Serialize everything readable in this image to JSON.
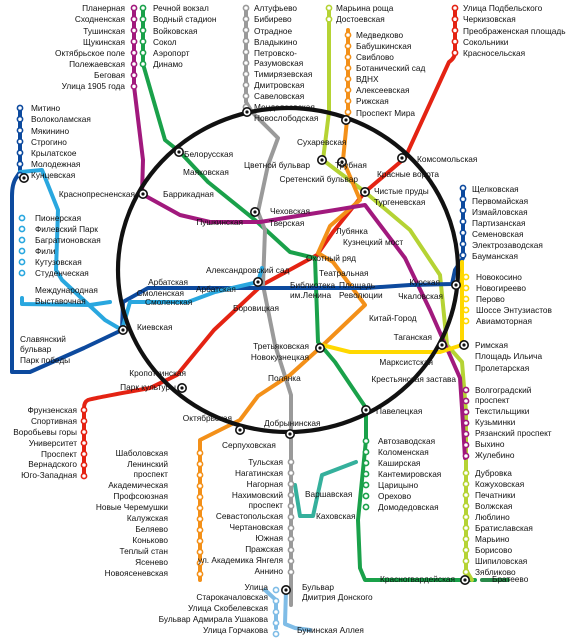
{
  "map": {
    "title": "",
    "line_colors": {
      "red": "#e42313",
      "green": "#1aa14a",
      "blue": "#0d4a9e",
      "cyan": "#29a7df",
      "brown_ring": "#111111",
      "orange": "#f39019",
      "purple": "#a1197d",
      "yellow": "#ffd800",
      "grey": "#9a9a9a",
      "lime": "#b5d334",
      "light_blue": "#7fbce6",
      "teal": "#35b09c",
      "dark_green": "#2a8a4a"
    },
    "stations": [
      {
        "id": "s0",
        "text": "Планерная"
      },
      {
        "id": "s1",
        "text": "Сходненская"
      },
      {
        "id": "s2",
        "text": "Тушинская"
      },
      {
        "id": "s3",
        "text": "Щукинская"
      },
      {
        "id": "s4",
        "text": "Октябрьское поле"
      },
      {
        "id": "s5",
        "text": "Полежаевская"
      },
      {
        "id": "s6",
        "text": "Беговая"
      },
      {
        "id": "s7",
        "text": "Улица 1905 года"
      },
      {
        "id": "s8",
        "text": "Речной вокзал"
      },
      {
        "id": "s9",
        "text": "Водный стадион"
      },
      {
        "id": "s10",
        "text": "Войковская"
      },
      {
        "id": "s11",
        "text": "Сокол"
      },
      {
        "id": "s12",
        "text": "Аэропорт"
      },
      {
        "id": "s13",
        "text": "Динамо"
      },
      {
        "id": "s14",
        "text": "Алтуфьево"
      },
      {
        "id": "s15",
        "text": "Бибирево"
      },
      {
        "id": "s16",
        "text": "Отрадное"
      },
      {
        "id": "s17",
        "text": "Владыкино"
      },
      {
        "id": "s18",
        "text": "Петровско-"
      },
      {
        "id": "s19",
        "text": "Разумовская"
      },
      {
        "id": "s20",
        "text": "Тимирязевская"
      },
      {
        "id": "s21",
        "text": "Дмитровская"
      },
      {
        "id": "s22",
        "text": "Савеловская"
      },
      {
        "id": "s23",
        "text": "Менделеевская"
      },
      {
        "id": "s24",
        "text": "Новослободская"
      },
      {
        "id": "s25",
        "text": "Марьина роща"
      },
      {
        "id": "s26",
        "text": "Достоевская"
      },
      {
        "id": "s27",
        "text": "Медведково"
      },
      {
        "id": "s28",
        "text": "Бабушкинская"
      },
      {
        "id": "s29",
        "text": "Свиблово"
      },
      {
        "id": "s30",
        "text": "Ботанический сад"
      },
      {
        "id": "s31",
        "text": "ВДНХ"
      },
      {
        "id": "s32",
        "text": "Алексеевская"
      },
      {
        "id": "s33",
        "text": "Рижская"
      },
      {
        "id": "s34",
        "text": "Проспект Мира"
      },
      {
        "id": "s35",
        "text": "Улица Подбельского"
      },
      {
        "id": "s36",
        "text": "Черкизовская"
      },
      {
        "id": "s37",
        "text": "Преображенская площадь"
      },
      {
        "id": "s38",
        "text": "Сокольники"
      },
      {
        "id": "s39",
        "text": "Красносельская"
      },
      {
        "id": "s40",
        "text": "Комсомольская"
      },
      {
        "id": "s41",
        "text": "Красные ворота"
      },
      {
        "id": "s42",
        "text": "Чистые пруды"
      },
      {
        "id": "s43",
        "text": "Тургеневская"
      },
      {
        "id": "s44",
        "text": "Сретенский бульвар"
      },
      {
        "id": "s45",
        "text": "Сухаревская"
      },
      {
        "id": "s46",
        "text": "Трубная"
      },
      {
        "id": "s47",
        "text": "Цветной бульвар"
      },
      {
        "id": "s48",
        "text": "Митино"
      },
      {
        "id": "s49",
        "text": "Волоколамская"
      },
      {
        "id": "s50",
        "text": "Мякинино"
      },
      {
        "id": "s51",
        "text": "Строгино"
      },
      {
        "id": "s52",
        "text": "Крылатское"
      },
      {
        "id": "s53",
        "text": "Молодежная"
      },
      {
        "id": "s54",
        "text": "Кунцевская"
      },
      {
        "id": "s55",
        "text": "Белорусская"
      },
      {
        "id": "s56",
        "text": "Маяковская"
      },
      {
        "id": "s57",
        "text": "Краснопресненская"
      },
      {
        "id": "s58",
        "text": "Баррикадная"
      },
      {
        "id": "s59",
        "text": "Пушкинская"
      },
      {
        "id": "s60",
        "text": "Чеховская"
      },
      {
        "id": "s61",
        "text": "Тверская"
      },
      {
        "id": "s62",
        "text": "Лубянка"
      },
      {
        "id": "s63",
        "text": "Кузнецкий мост"
      },
      {
        "id": "s64",
        "text": "Охотный ряд"
      },
      {
        "id": "s65",
        "text": "Театральная"
      },
      {
        "id": "s66",
        "text": "Площадь"
      },
      {
        "id": "s67",
        "text": "Революции"
      },
      {
        "id": "s68",
        "text": "Александровский сад"
      },
      {
        "id": "s69",
        "text": "Библиотека"
      },
      {
        "id": "s70",
        "text": "им.Ленина"
      },
      {
        "id": "s71",
        "text": "Боровицкая"
      },
      {
        "id": "s72",
        "text": "Арбатская"
      },
      {
        "id": "s73",
        "text": "Смоленская"
      },
      {
        "id": "s74",
        "text": "Арбатская"
      },
      {
        "id": "s75",
        "text": "Смоленская"
      },
      {
        "id": "s76",
        "text": "Киевская"
      },
      {
        "id": "s77",
        "text": "Пионерская"
      },
      {
        "id": "s78",
        "text": "Филевский Парк"
      },
      {
        "id": "s79",
        "text": "Багратионовская"
      },
      {
        "id": "s80",
        "text": "Фили"
      },
      {
        "id": "s81",
        "text": "Кутузовская"
      },
      {
        "id": "s82",
        "text": "Студенческая"
      },
      {
        "id": "s83",
        "text": "Международная"
      },
      {
        "id": "s84",
        "text": "Выставочная"
      },
      {
        "id": "s85",
        "text": "Славянский"
      },
      {
        "id": "s86",
        "text": "бульвар"
      },
      {
        "id": "s87",
        "text": "Парк победы"
      },
      {
        "id": "s88",
        "text": "Щелковская"
      },
      {
        "id": "s89",
        "text": "Первомайская"
      },
      {
        "id": "s90",
        "text": "Измайловская"
      },
      {
        "id": "s91",
        "text": "Партизанская"
      },
      {
        "id": "s92",
        "text": "Семеновская"
      },
      {
        "id": "s93",
        "text": "Электрозаводская"
      },
      {
        "id": "s94",
        "text": "Бауманская"
      },
      {
        "id": "s95",
        "text": "Курская"
      },
      {
        "id": "s96",
        "text": "Чкаловская"
      },
      {
        "id": "s97",
        "text": "Китай-Город"
      },
      {
        "id": "s98",
        "text": "Новокосино"
      },
      {
        "id": "s99",
        "text": "Новогиреево"
      },
      {
        "id": "s100",
        "text": "Перово"
      },
      {
        "id": "s101",
        "text": "Шоссе Энтузиастов"
      },
      {
        "id": "s102",
        "text": "Авиамоторная"
      },
      {
        "id": "s103",
        "text": "Таганская"
      },
      {
        "id": "s104",
        "text": "Марксистская"
      },
      {
        "id": "s105",
        "text": "Римская"
      },
      {
        "id": "s106",
        "text": "Площадь Ильича"
      },
      {
        "id": "s107",
        "text": "Пролетарская"
      },
      {
        "id": "s108",
        "text": "Крестьянская застава"
      },
      {
        "id": "s109",
        "text": "Третьяковская"
      },
      {
        "id": "s110",
        "text": "Новокузнецкая"
      },
      {
        "id": "s111",
        "text": "Полянка"
      },
      {
        "id": "s112",
        "text": "Кропоткинская"
      },
      {
        "id": "s113",
        "text": "Парк культуры"
      },
      {
        "id": "s114",
        "text": "Октябрьская"
      },
      {
        "id": "s115",
        "text": "Добрынинская"
      },
      {
        "id": "s116",
        "text": "Павелецкая"
      },
      {
        "id": "s117",
        "text": "Серпуховская"
      },
      {
        "id": "s118",
        "text": "Фрунзенская"
      },
      {
        "id": "s119",
        "text": "Спортивная"
      },
      {
        "id": "s120",
        "text": "Воробьевы горы"
      },
      {
        "id": "s121",
        "text": "Университет"
      },
      {
        "id": "s122",
        "text": "Проспект"
      },
      {
        "id": "s123",
        "text": "Вернадского"
      },
      {
        "id": "s124",
        "text": "Юго-Западная"
      },
      {
        "id": "s125",
        "text": "Шаболовская"
      },
      {
        "id": "s126",
        "text": "Ленинский"
      },
      {
        "id": "s127",
        "text": "проспект"
      },
      {
        "id": "s128",
        "text": "Академическая"
      },
      {
        "id": "s129",
        "text": "Профсоюзная"
      },
      {
        "id": "s130",
        "text": "Новые Черемушки"
      },
      {
        "id": "s131",
        "text": "Калужская"
      },
      {
        "id": "s132",
        "text": "Беляево"
      },
      {
        "id": "s133",
        "text": "Коньково"
      },
      {
        "id": "s134",
        "text": "Теплый стан"
      },
      {
        "id": "s135",
        "text": "Ясенево"
      },
      {
        "id": "s136",
        "text": "Новоясеневская"
      },
      {
        "id": "s137",
        "text": "Тульская"
      },
      {
        "id": "s138",
        "text": "Нагатинская"
      },
      {
        "id": "s139",
        "text": "Нагорная"
      },
      {
        "id": "s140",
        "text": "Нахимовский"
      },
      {
        "id": "s141",
        "text": "проспект"
      },
      {
        "id": "s142",
        "text": "Севастопольская"
      },
      {
        "id": "s143",
        "text": "Чертановская"
      },
      {
        "id": "s144",
        "text": "Южная"
      },
      {
        "id": "s145",
        "text": "Пражская"
      },
      {
        "id": "s146",
        "text": "ул. Академика Янгеля"
      },
      {
        "id": "s147",
        "text": "Аннино"
      },
      {
        "id": "s148",
        "text": "Варшавская"
      },
      {
        "id": "s149",
        "text": "Каховская"
      },
      {
        "id": "s150",
        "text": "Автозаводская"
      },
      {
        "id": "s151",
        "text": "Коломенская"
      },
      {
        "id": "s152",
        "text": "Каширская"
      },
      {
        "id": "s153",
        "text": "Кантемировская"
      },
      {
        "id": "s154",
        "text": "Царицыно"
      },
      {
        "id": "s155",
        "text": "Орехово"
      },
      {
        "id": "s156",
        "text": "Домодедовская"
      },
      {
        "id": "s157",
        "text": "Красногвардейская"
      },
      {
        "id": "s158",
        "text": "Братеево"
      },
      {
        "id": "s159",
        "text": "Волгоградский"
      },
      {
        "id": "s160",
        "text": "проспект"
      },
      {
        "id": "s161",
        "text": "Текстильщики"
      },
      {
        "id": "s162",
        "text": "Кузьминки"
      },
      {
        "id": "s163",
        "text": "Рязанский проспект"
      },
      {
        "id": "s164",
        "text": "Выхино"
      },
      {
        "id": "s165",
        "text": "Жулебино"
      },
      {
        "id": "s166",
        "text": "Дубровка"
      },
      {
        "id": "s167",
        "text": "Кожуховская"
      },
      {
        "id": "s168",
        "text": "Печатники"
      },
      {
        "id": "s169",
        "text": "Волжская"
      },
      {
        "id": "s170",
        "text": "Люблино"
      },
      {
        "id": "s171",
        "text": "Братиславская"
      },
      {
        "id": "s172",
        "text": "Марьино"
      },
      {
        "id": "s173",
        "text": "Борисово"
      },
      {
        "id": "s174",
        "text": "Шипиловская"
      },
      {
        "id": "s175",
        "text": "Зябликово"
      },
      {
        "id": "s176",
        "text": "Улица"
      },
      {
        "id": "s177",
        "text": "Старокачаловская"
      },
      {
        "id": "s178",
        "text": "Улица Скобелевская"
      },
      {
        "id": "s179",
        "text": "Бульвар Адмирала Ушакова"
      },
      {
        "id": "s180",
        "text": "Улица Горчакова"
      },
      {
        "id": "s181",
        "text": "Бульвар"
      },
      {
        "id": "s182",
        "text": "Дмитрия Донского"
      },
      {
        "id": "s183",
        "text": "Бунинская Аллея"
      }
    ]
  }
}
